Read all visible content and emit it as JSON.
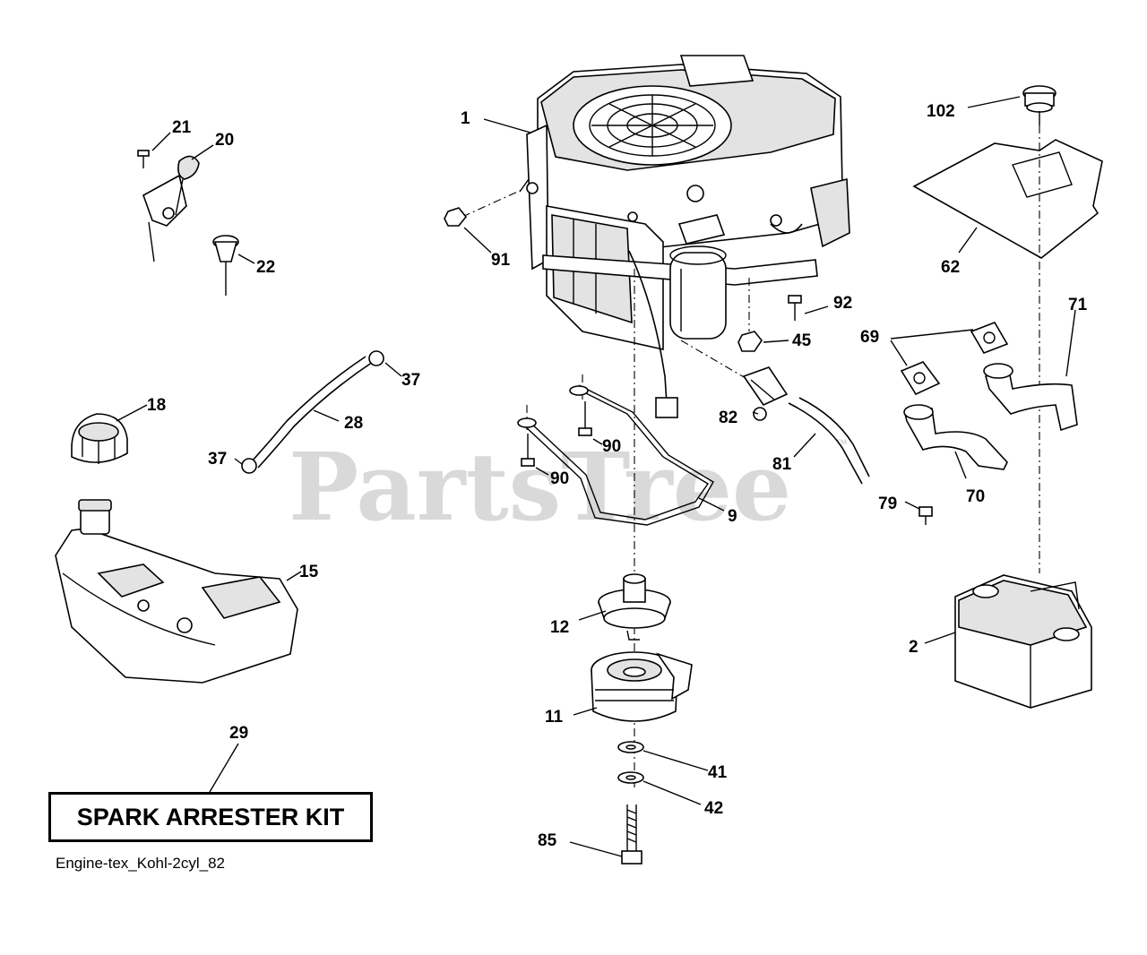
{
  "watermark": "PartsTree",
  "trademark": "™",
  "kit_label": "SPARK ARRESTER KIT",
  "diagram_code": "Engine-tex_Kohl-2cyl_82",
  "callouts": {
    "c1": "1",
    "c2": "2",
    "c9": "9",
    "c11": "11",
    "c12": "12",
    "c15": "15",
    "c18": "18",
    "c20": "20",
    "c21": "21",
    "c22": "22",
    "c28": "28",
    "c29": "29",
    "c37a": "37",
    "c37b": "37",
    "c41": "41",
    "c42": "42",
    "c45": "45",
    "c62": "62",
    "c69": "69",
    "c70": "70",
    "c71": "71",
    "c79": "79",
    "c81": "81",
    "c82": "82",
    "c85": "85",
    "c90a": "90",
    "c90b": "90",
    "c91": "91",
    "c92": "92",
    "c102": "102"
  }
}
